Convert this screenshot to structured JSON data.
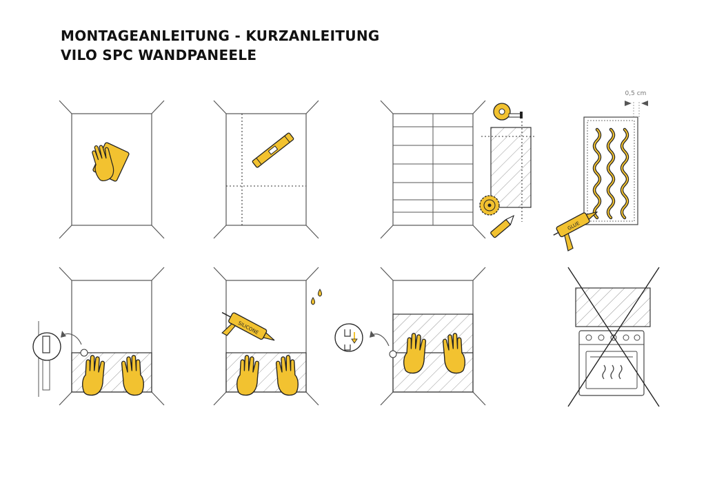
{
  "document": {
    "title_line_1": "MONTAGEANLEITUNG - KURZANLEITUNG",
    "title_line_2": "VILO SPC WANDPANEELE"
  },
  "illustrations": {
    "dimension_label": "0,5 cm",
    "glue_gun_label": "GLUE",
    "silicone_gun_label": "SILICONE"
  },
  "colors": {
    "accent": "#f2c230",
    "line": "#555555",
    "dark": "#222222"
  }
}
